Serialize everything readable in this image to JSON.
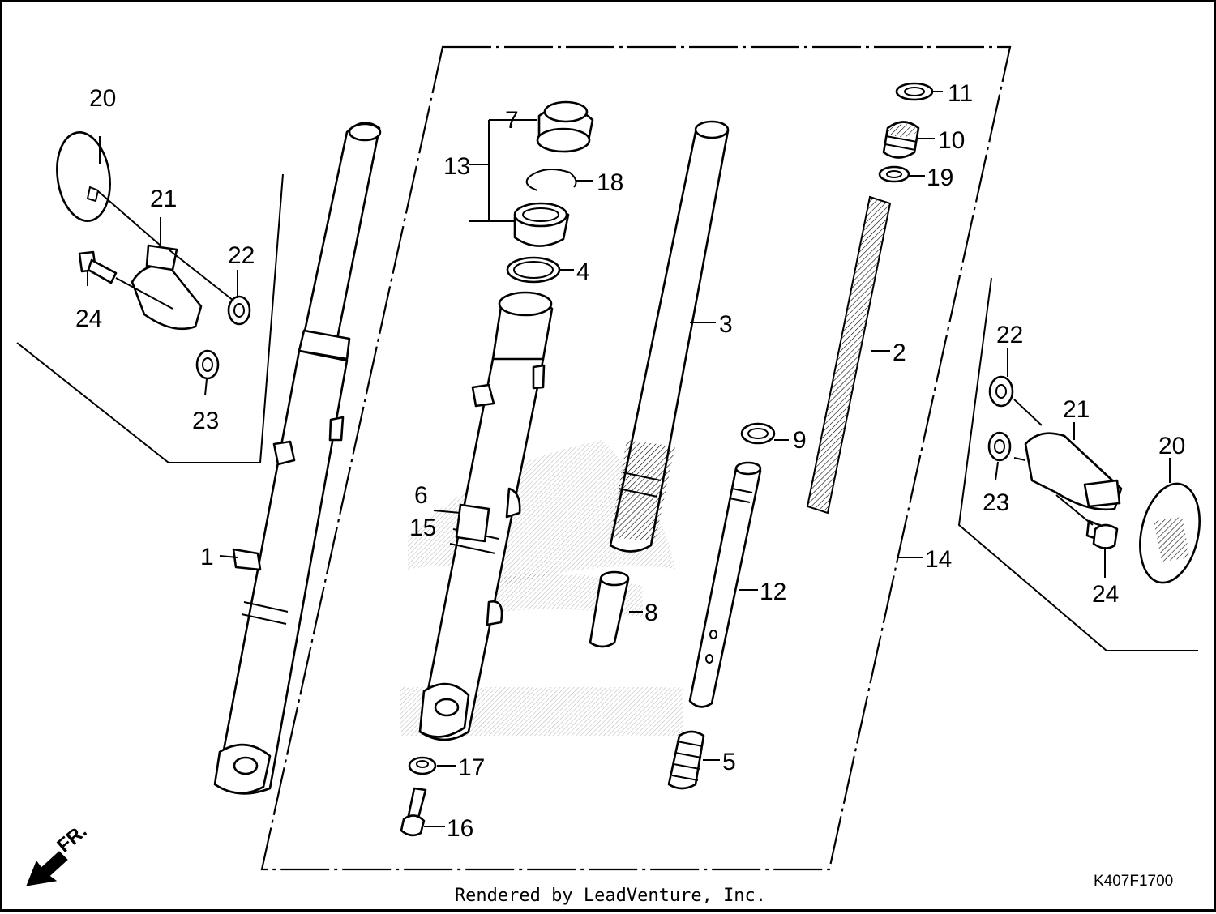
{
  "colors": {
    "ink": "#000000",
    "paper": "#ffffff"
  },
  "labels": {
    "l1": "1",
    "l2": "2",
    "l3": "3",
    "l4": "4",
    "l5": "5",
    "l6": "6",
    "l7": "7",
    "l8": "8",
    "l9": "9",
    "l10": "10",
    "l11": "11",
    "l12": "12",
    "l13": "13",
    "l14": "14",
    "l15": "15",
    "l16": "16",
    "l17": "17",
    "l18": "18",
    "l19": "19",
    "left_20": "20",
    "left_21": "21",
    "left_22": "22",
    "left_23": "23",
    "left_24": "24",
    "right_20": "20",
    "right_21": "21",
    "right_22": "22",
    "right_23": "23",
    "right_24": "24"
  },
  "direction_marker": "FR.",
  "diagram_code": "K407F1700",
  "footer": "Rendered by LeadVenture, Inc.",
  "icons": {
    "direction": "arrow-down-left-icon",
    "watermark": "honda-wing-logo"
  }
}
